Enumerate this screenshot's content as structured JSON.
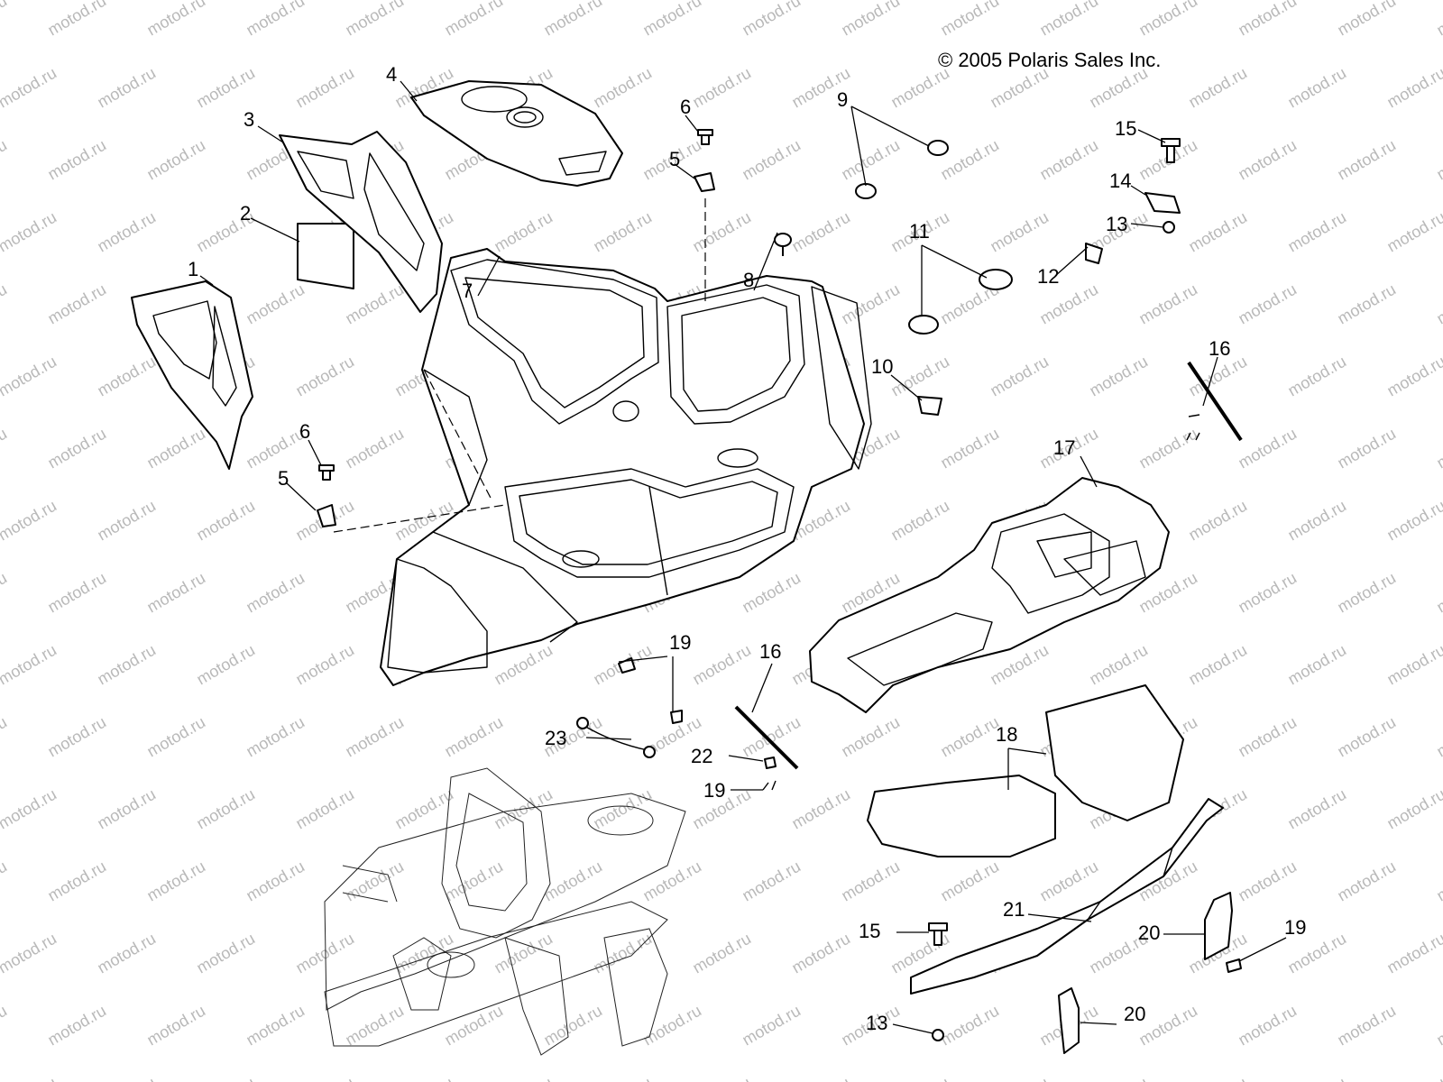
{
  "copyright": "© 2005 Polaris Sales Inc.",
  "watermark": "motod.ru",
  "callouts": [
    "1",
    "2",
    "3",
    "4",
    "5",
    "6",
    "7",
    "8",
    "9",
    "10",
    "11",
    "12",
    "13",
    "14",
    "15",
    "16",
    "17",
    "18",
    "19",
    "20",
    "21",
    "22",
    "23"
  ]
}
